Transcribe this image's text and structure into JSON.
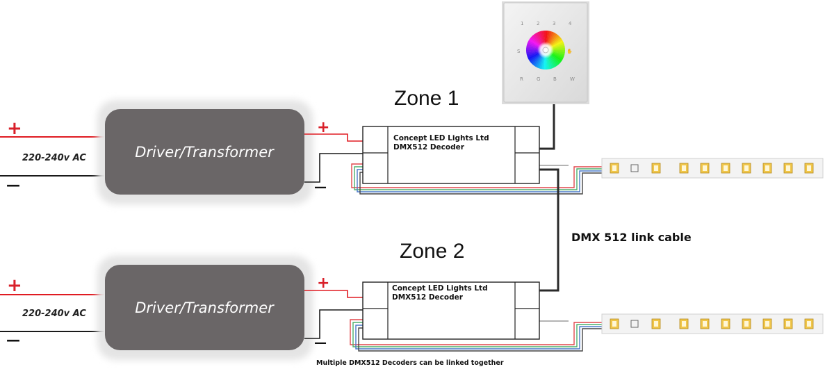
{
  "zones": [
    {
      "zone_label": "Zone 1",
      "driver_label": "Driver/Transformer",
      "supply_label": "220-240v AC",
      "input_plus": "+",
      "input_minus": "—",
      "output_plus": "+",
      "output_minus": "—",
      "decoder_line1": "Concept LED Lights Ltd",
      "decoder_line2": "DMX512 Decoder"
    },
    {
      "zone_label": "Zone 2",
      "driver_label": "Driver/Transformer",
      "supply_label": "220-240v AC",
      "input_plus": "+",
      "input_minus": "—",
      "output_plus": "+",
      "output_minus": "—",
      "decoder_line1": "Concept LED Lights Ltd",
      "decoder_line2": "DMX512 Decoder"
    }
  ],
  "link_cable_label": "DMX 512 link cable",
  "footer_note": "Multiple DMX512 Decoders can be linked together",
  "controller": {
    "zone_buttons": [
      "1",
      "2",
      "3",
      "4"
    ],
    "side_left": "S",
    "side_right": "✋",
    "color_buttons": [
      "R",
      "G",
      "B",
      "W"
    ]
  },
  "colors": {
    "driver_fill": "#6a6667",
    "driver_halo": "#e4e4e4",
    "positive_wire": "#e01b22",
    "negative_wire": "#1a1a1a",
    "plus_sign": "#d9202a",
    "link_cable": "#2a2a2a",
    "strip_bg": "#f3f3f3",
    "led_chip": "#f0c64a"
  }
}
